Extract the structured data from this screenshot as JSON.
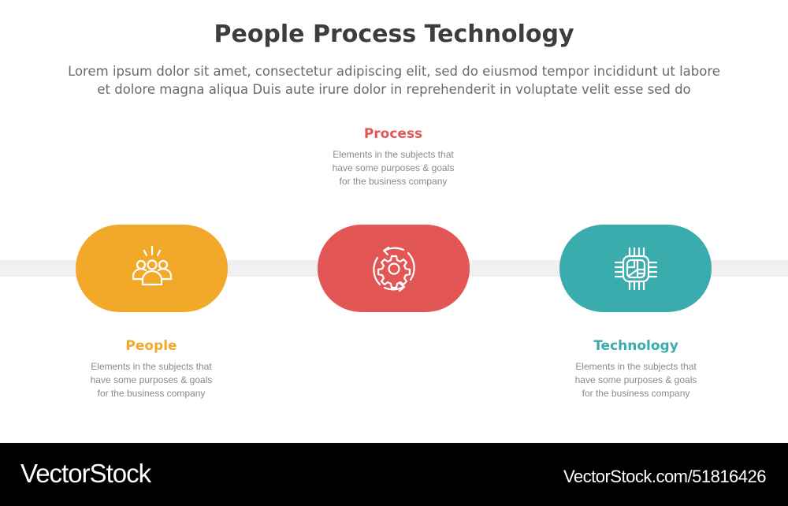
{
  "header": {
    "title": "People Process Technology",
    "subtitle_line1": "Lorem ipsum dolor sit amet, consectetur adipiscing elit, sed do eiusmod tempor incididunt ut labore",
    "subtitle_line2": "et dolore magna aliqua Duis aute irure dolor in reprehenderit in voluptate velit esse sed do"
  },
  "colors": {
    "people": "#f2a92a",
    "process": "#e25656",
    "technology": "#3aacae",
    "track": "#f0f0f0",
    "title": "#3d3d3d",
    "body_text": "#8a8a8a"
  },
  "steps": [
    {
      "label": "People",
      "icon": "people-group-icon",
      "description_lines": [
        "Elements in the subjects that",
        "have  some purposes & goals",
        "for the  business company"
      ],
      "label_position": "below"
    },
    {
      "label": "Process",
      "icon": "gear-cycle-icon",
      "description_lines": [
        "Elements in the subjects that",
        "have  some purposes & goals",
        "for the  business company"
      ],
      "label_position": "above"
    },
    {
      "label": "Technology",
      "icon": "microchip-icon",
      "description_lines": [
        "Elements in the subjects that",
        "have  some purposes & goals",
        "for the  business company"
      ],
      "label_position": "below"
    }
  ],
  "footer": {
    "brand": "VectorStock",
    "image_id": "VectorStock.com/51816426"
  }
}
